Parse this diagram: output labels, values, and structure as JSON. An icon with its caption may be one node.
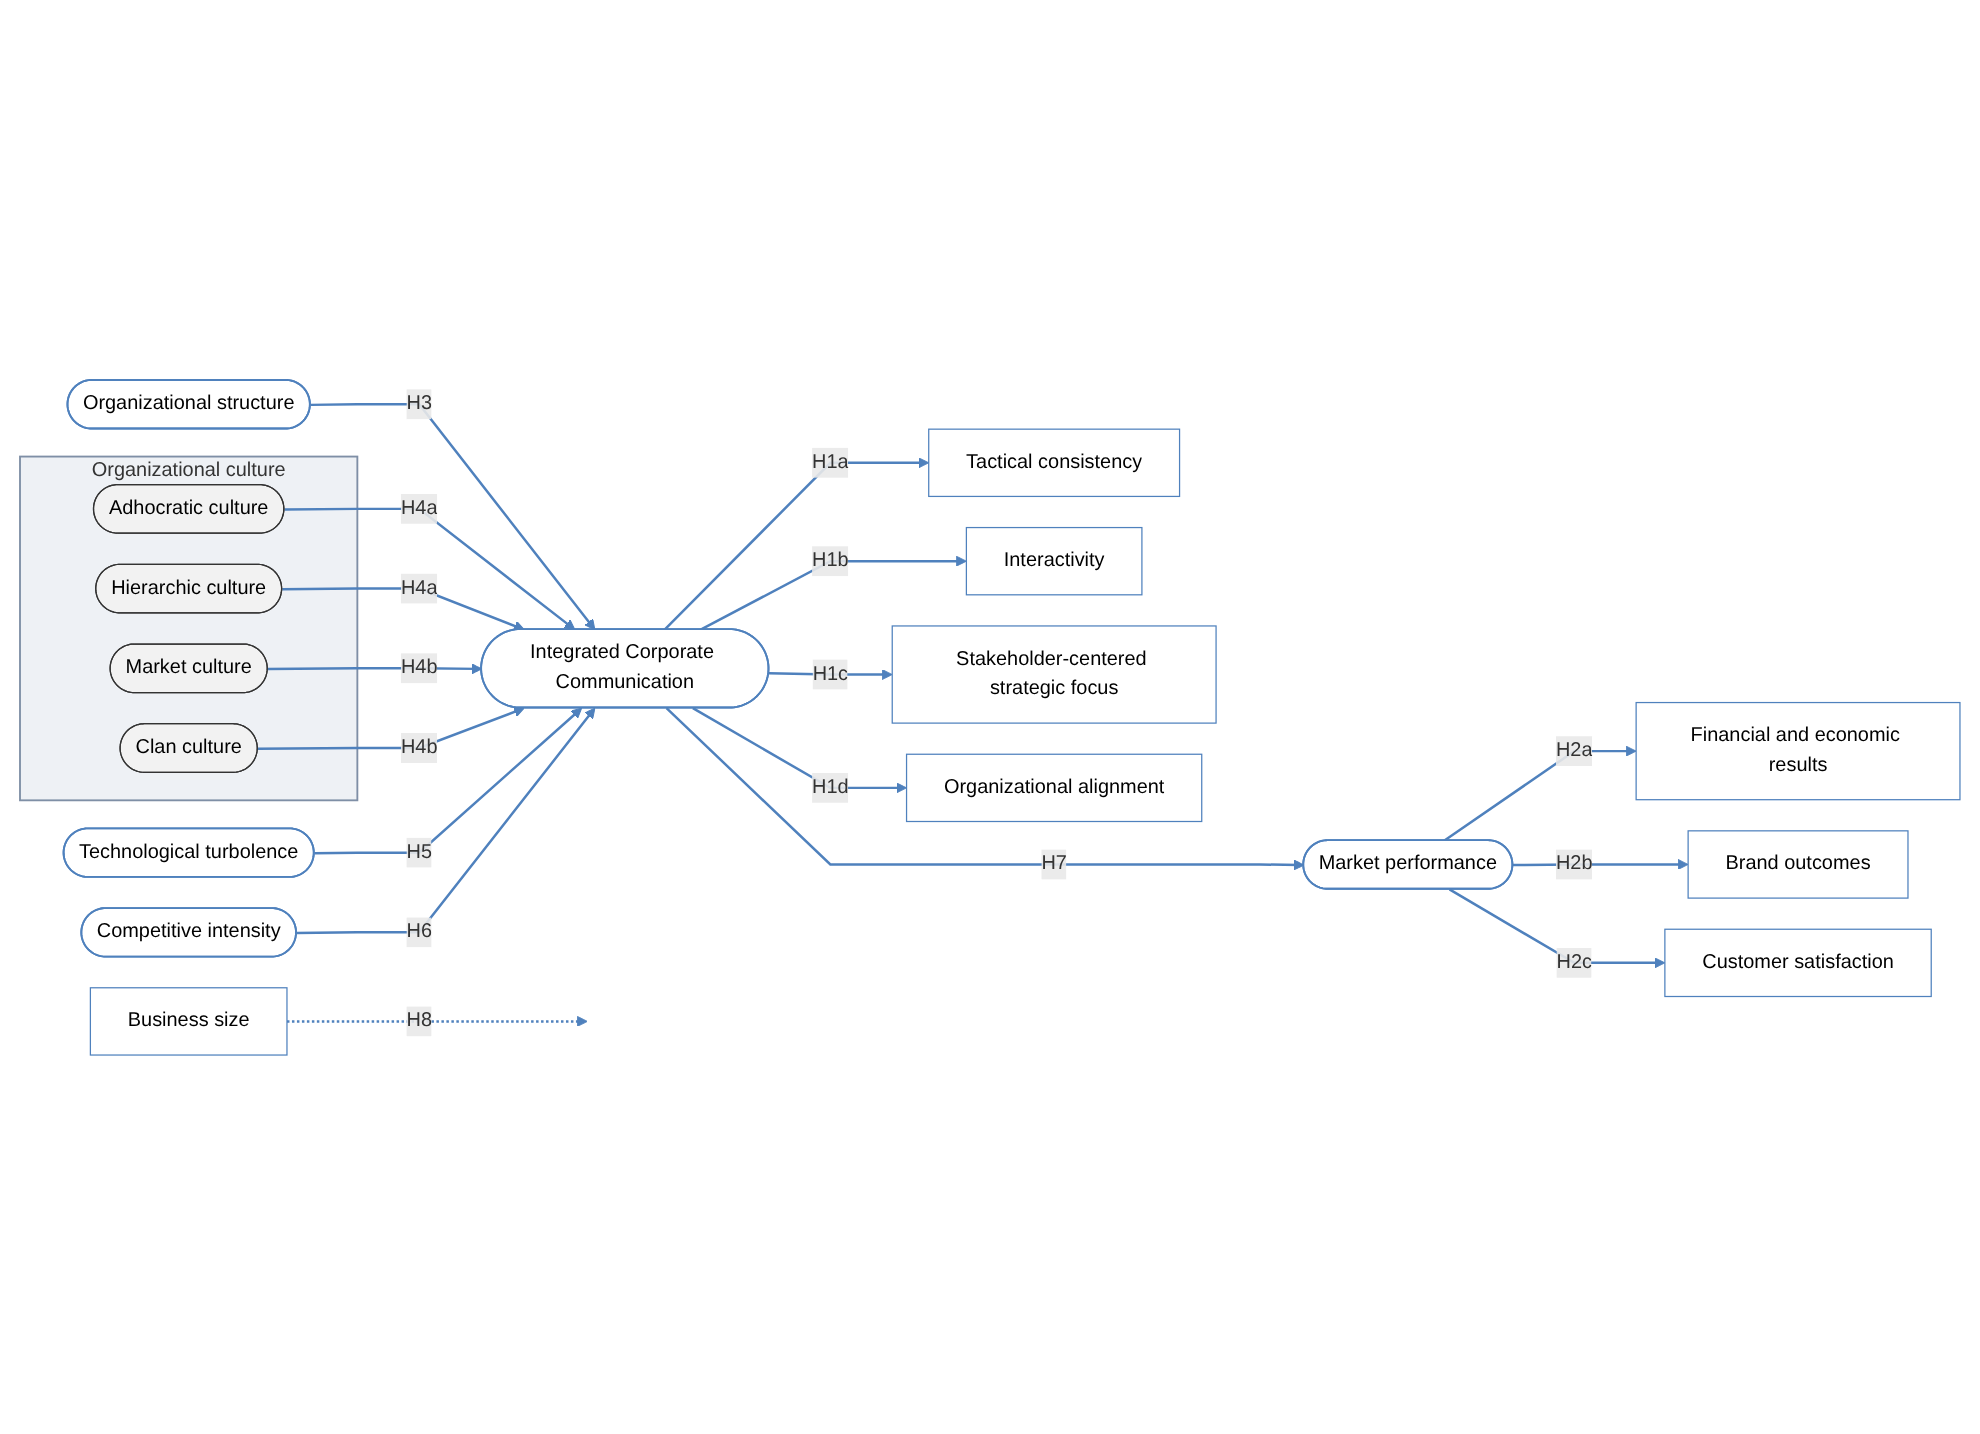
{
  "diagram": {
    "nodes": [
      {
        "text": [
          "Organizational structure"
        ]
      },
      {
        "text": [
          "Technological turbolence"
        ]
      },
      {
        "text": [
          "Competitive intensity"
        ]
      },
      {
        "text": [
          "Organizational culture"
        ]
      },
      {
        "text": [
          "Adhocratic culture"
        ],
        "in": 3
      },
      {
        "text": [
          "Hierarchic culture"
        ],
        "in": 3
      },
      {
        "text": [
          "Market culture"
        ],
        "in": 3
      },
      {
        "text": [
          "Clan culture"
        ],
        "in": 3
      },
      {
        "text": [
          "Integrated Corporate Communication"
        ]
      },
      {
        "text": [
          "Tactical consistency"
        ]
      },
      {
        "text": [
          "Interactivity"
        ]
      },
      {
        "text": [
          "Stakeholder-centered strategic focus"
        ]
      },
      {
        "text": [
          "Organizational alignment"
        ]
      },
      {
        "text": [
          "Business size"
        ]
      },
      {
        "text": [
          "Market performance"
        ]
      },
      {
        "text": [
          "Financial and economic results"
        ]
      },
      {
        "text": [
          "Brand outcomes"
        ]
      },
      {
        "text": [
          "Customer satisfaction"
        ]
      }
    ],
    "edges": [
      {
        "from": 0,
        "to": 8,
        "arrow": "to",
        "label": "H3"
      },
      {
        "from": 4,
        "to": 8,
        "arrow": "to",
        "label": "H4a"
      },
      {
        "from": 5,
        "to": 8,
        "arrow": "to",
        "label": "H4a"
      },
      {
        "from": 6,
        "to": 8,
        "arrow": "to",
        "label": "H4b"
      },
      {
        "from": 7,
        "to": 8,
        "arrow": "to",
        "label": "H4b"
      },
      {
        "from": 1,
        "to": 8,
        "arrow": "to",
        "label": "H5"
      },
      {
        "from": 2,
        "to": 8,
        "arrow": "to",
        "label": "H6"
      },
      {
        "from": 8,
        "to": 9,
        "arrow": "to",
        "label": "H1a"
      },
      {
        "from": 8,
        "to": 10,
        "arrow": "to",
        "label": "H1b"
      },
      {
        "from": 8,
        "to": 11,
        "arrow": "to",
        "label": "H1c"
      },
      {
        "from": 8,
        "to": 12,
        "arrow": "to",
        "label": "H1d"
      },
      {
        "from": 8,
        "to": 14,
        "arrow": "to",
        "label": "H7"
      },
      {
        "from": 13,
        "to": null,
        "arrow": "to",
        "label": "H8",
        "style": "dashed"
      },
      {
        "from": 14,
        "to": 15,
        "arrow": "to",
        "label": "H2a"
      },
      {
        "from": 14,
        "to": 16,
        "arrow": "to",
        "label": "H2b"
      },
      {
        "from": 14,
        "to": 17,
        "arrow": "to",
        "label": "H2c"
      }
    ]
  }
}
